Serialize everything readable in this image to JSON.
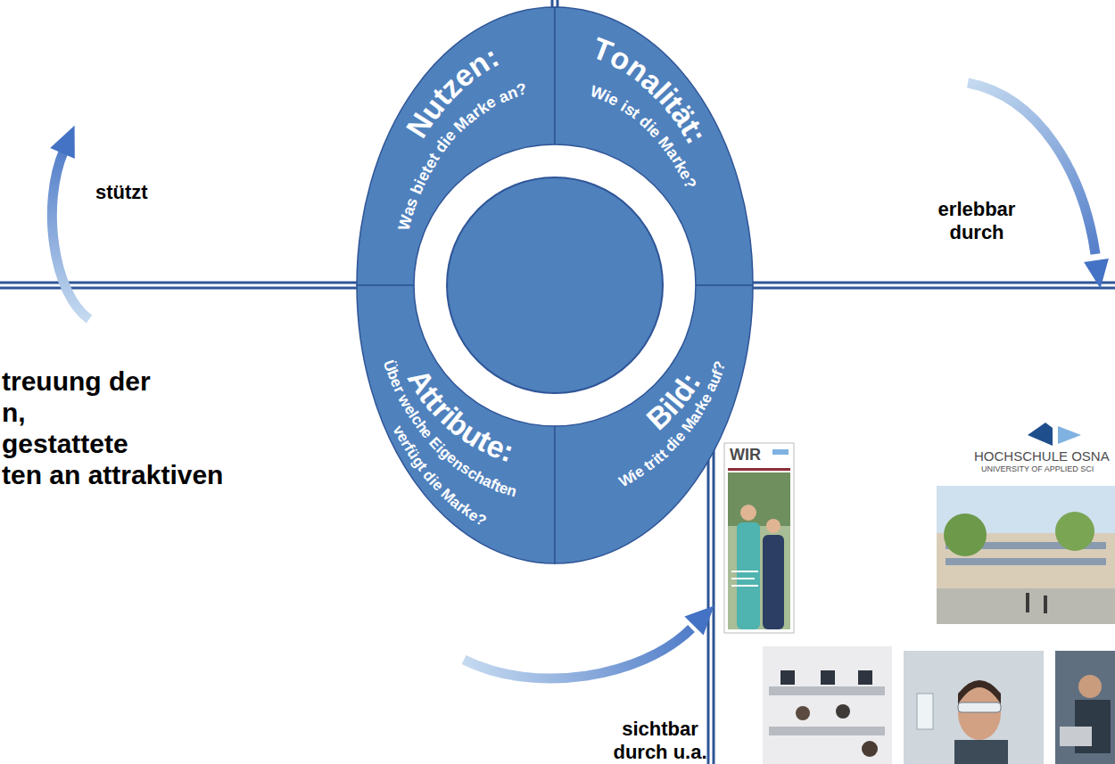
{
  "diagram": {
    "nodes": [
      {
        "text": [
          "Nutzen:",
          "Was bietet die Marke an?"
        ]
      },
      {
        "text": [
          "Tonalität:",
          "Wie ist die Marke?"
        ]
      },
      {
        "text": [
          "Attribute:",
          "Über welche Eigenschaften verfügt die Marke?"
        ]
      },
      {
        "text": [
          "Bild:",
          "Wie tritt die Marke auf?"
        ]
      }
    ],
    "labels": [
      "stützt",
      "erlebbar durch",
      "sichtbar durch u.a.",
      "treuung der",
      "n,",
      "gestattete",
      "ten an attraktiven",
      "WIR",
      "HOCHSCHULE OSNA",
      "UNIVERSITY OF APPLIED SCI"
    ]
  }
}
